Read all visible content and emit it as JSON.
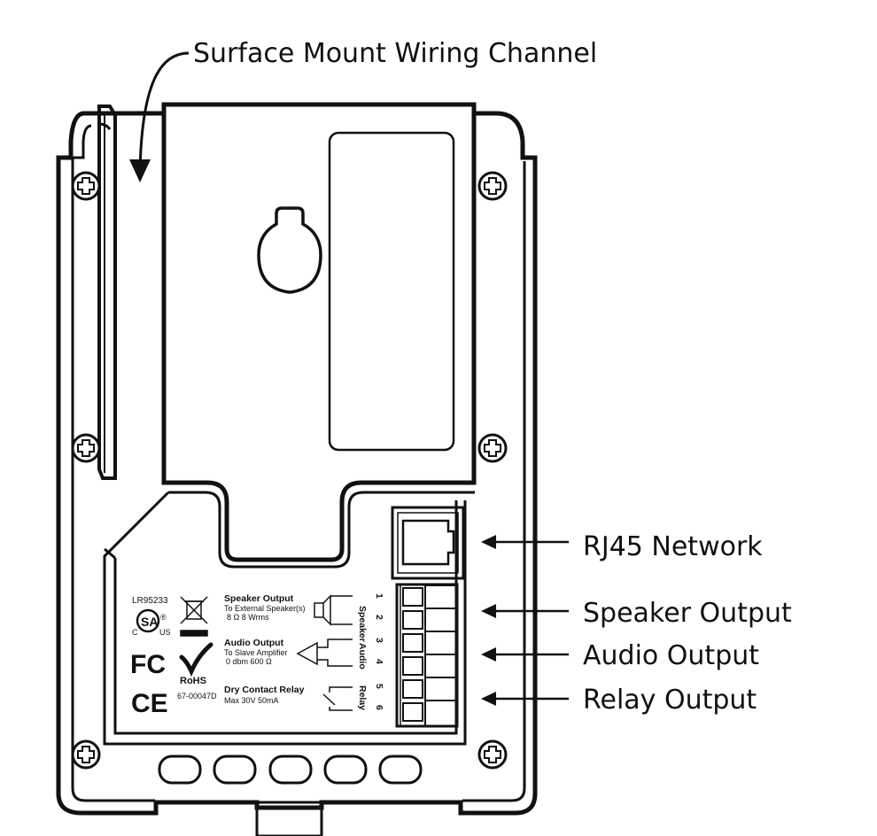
{
  "callouts": {
    "wiring_channel": "Surface Mount Wiring Channel",
    "rj45": "RJ45 Network",
    "speaker_output": "Speaker Output",
    "audio_output": "Audio Output",
    "relay_output": "Relay Output"
  },
  "label_plate": {
    "model": "LR95233",
    "part_number": "67-00047D",
    "rohs": "RoHS",
    "fcc": "FC",
    "ce": "CE",
    "csa": "SA",
    "csa_c": "C",
    "csa_us": "US",
    "csa_reg": "®",
    "speaker": {
      "title": "Speaker Output",
      "line1": "To External Speaker(s)",
      "line2": "8 Ω     8 Wrms"
    },
    "audio": {
      "title": "Audio Output",
      "line1": "To Slave Amplifier",
      "line2": "0 dbm    600 Ω"
    },
    "relay": {
      "title": "Dry Contact Relay",
      "line1": "Max  30V   50mA"
    },
    "terminal_names": {
      "speaker": "Speaker",
      "audio": "Audio",
      "relay": "Relay"
    },
    "pins": [
      "1",
      "2",
      "3",
      "4",
      "5",
      "6"
    ]
  },
  "icons": [
    "curved-arrow-icon",
    "screw-icon",
    "keyhole-icon",
    "weee-bin-icon",
    "check-icon",
    "speaker-symbol-icon",
    "amplifier-symbol-icon",
    "relay-switch-icon",
    "rj45-jack-icon"
  ]
}
